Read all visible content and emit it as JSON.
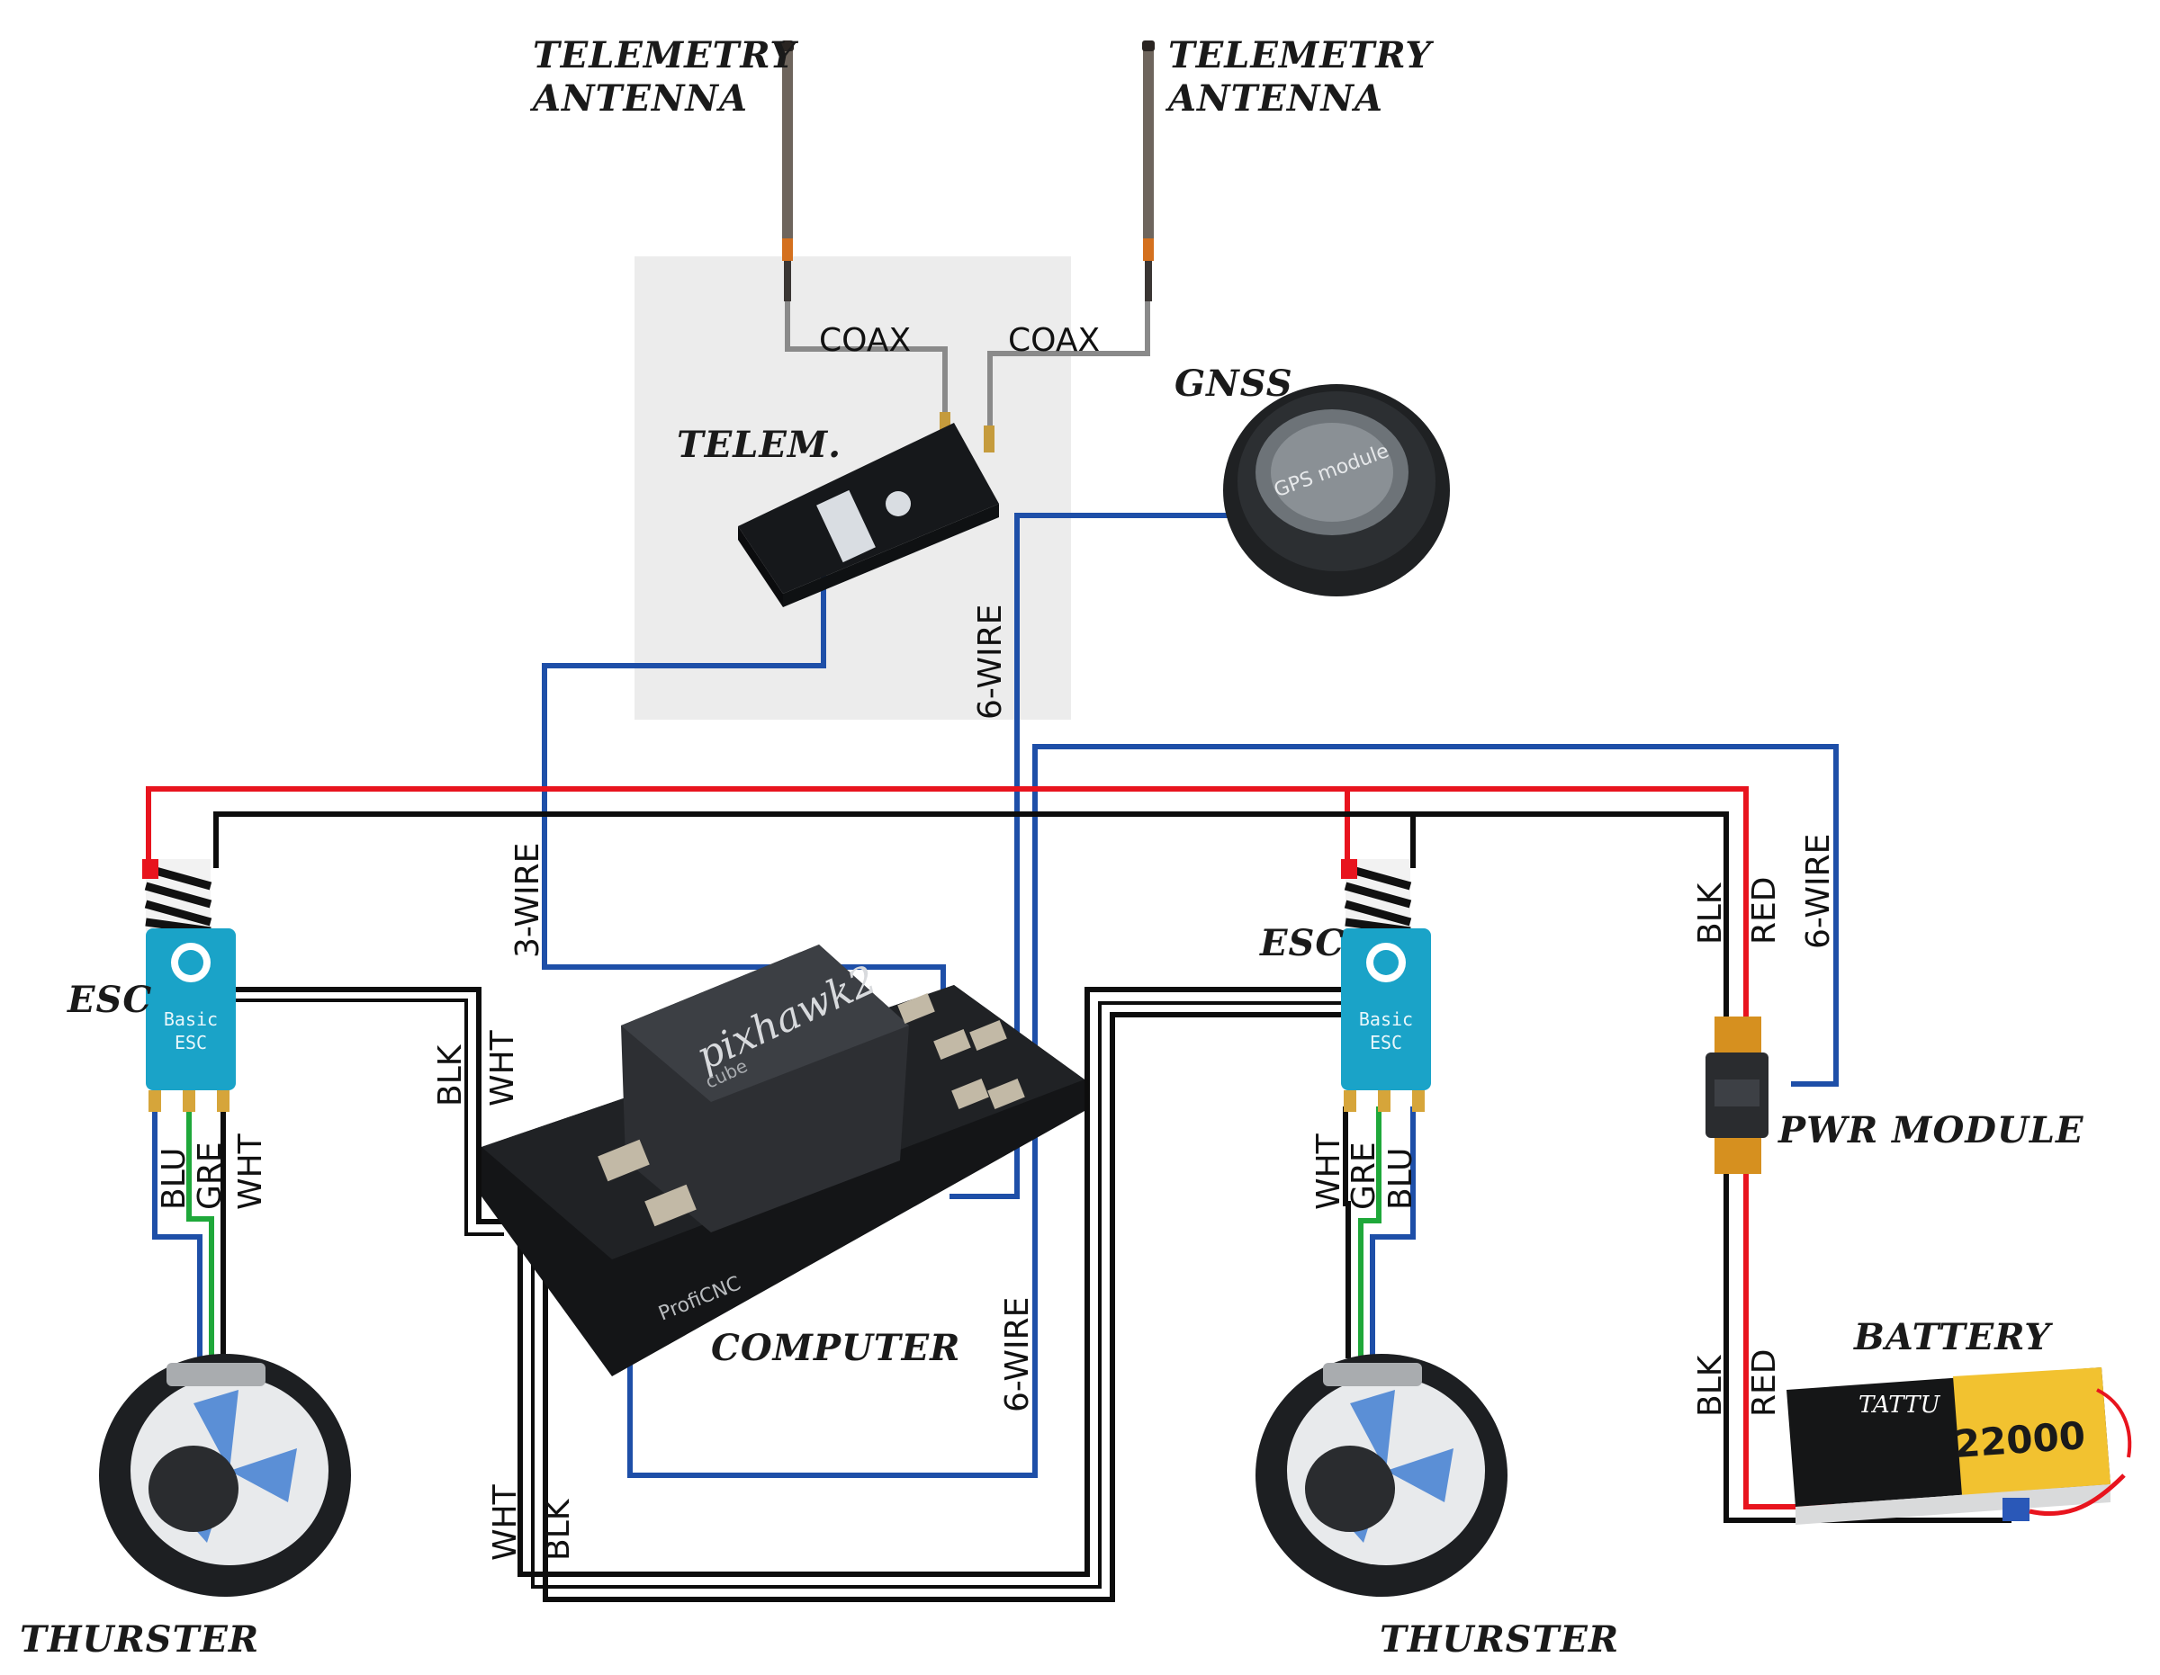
{
  "labels": {
    "telemetry_antenna_left": [
      "TELEMETRY",
      "ANTENNA"
    ],
    "telemetry_antenna_right": [
      "TELEMETRY",
      "ANTENNA"
    ],
    "telem": "TELEM.",
    "gnss": "GNSS",
    "esc_left": "ESC",
    "esc_right": "ESC",
    "computer": "COMPUTER",
    "pwr_module": "PWR MODULE",
    "battery": "BATTERY",
    "thruster_left": "THURSTER",
    "thruster_right": "THURSTER"
  },
  "wire_labels": {
    "coax_left": "COAX",
    "coax_right": "COAX",
    "six_wire_gnss": "6-WIRE",
    "six_wire_pwr": "6-WIRE",
    "six_wire_bottom": "6-WIRE",
    "three_wire": "3-WIRE",
    "blk_left": "BLK",
    "wht_left": "WHT",
    "blu_left": "BLU",
    "gre_left": "GRE",
    "wht_left_motor": "WHT",
    "wht_right_motor": "WHT",
    "gre_right": "GRE",
    "blu_right": "BLU",
    "blk_pwr_top": "BLK",
    "red_pwr_top": "RED",
    "blk_batt": "BLK",
    "red_batt": "RED",
    "wht_bottom": "WHT",
    "blk_bottom": "BLK"
  },
  "device_text": {
    "esc_brand": "Basic",
    "esc_model": "ESC",
    "flight_controller": "pixhawk2",
    "flight_controller_sub": "cube",
    "fc_maker": "ProfiCNC",
    "gps_text": "GPS module",
    "battery_brand": "TATTU",
    "battery_capacity": "22000"
  },
  "colors": {
    "power_wire": "#e8141e",
    "ground_wire": "#0d0d0d",
    "signal_wire": "#1e4fa8",
    "green_wire": "#1fa83a",
    "coax": "#8a8a8a",
    "esc_body": "#1aa3c8",
    "battery_label": "#f2c230"
  },
  "icons": {
    "telemetry_antenna": "antenna-icon",
    "telemetry_radio": "radio-module-icon",
    "gnss": "gps-puck-icon",
    "esc": "esc-board-icon",
    "flight_controller": "flight-controller-icon",
    "thruster": "thruster-icon",
    "power_module": "power-module-icon",
    "battery": "lipo-battery-icon"
  }
}
